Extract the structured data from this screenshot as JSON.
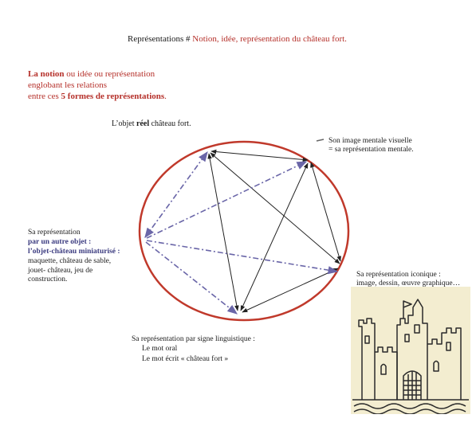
{
  "title": {
    "prefix": "Représentations #",
    "highlight": "Notion, idée, représentation du château fort."
  },
  "notion": {
    "line1_bold": "La notion",
    "line1_rest": " ou idée ou représentation",
    "line2": "englobant les relations",
    "line3_start": "entre ces ",
    "line3_bold": "5 formes de représentations",
    "line3_end": "."
  },
  "objet_reel": {
    "prefix": "L’objet ",
    "bold": "réel",
    "suffix": " château fort."
  },
  "image_mentale": {
    "line1": "Son image mentale visuelle",
    "line2": "= sa représentation mentale."
  },
  "objet_miniature": {
    "line1": "Sa représentation",
    "line2": "par un autre objet :",
    "line3": "l’objet-château miniaturisé :",
    "line4": "maquette, château de sable,",
    "line5": "jouet- château, jeu de",
    "line6": "construction."
  },
  "iconique": {
    "line1": "Sa représentation iconique :",
    "line2": "image, dessin, œuvre graphique…"
  },
  "linguistique": {
    "line1": "Sa représentation par signe linguistique :",
    "line2": "Le mot oral",
    "line3": "Le mot écrit « château fort »"
  },
  "colors": {
    "circle": "#c0392b",
    "solid_arrow": "#222222",
    "dashed_arrow": "#6a66a8",
    "accent_red": "#b5302a",
    "drawing_bg": "#f3edd0"
  }
}
